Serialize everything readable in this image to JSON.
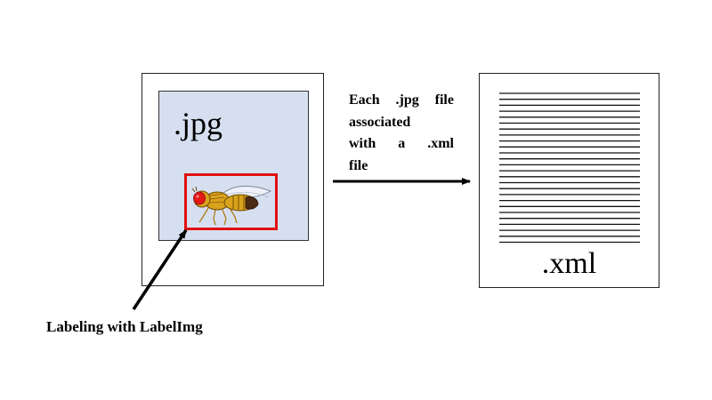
{
  "jpg_document": {
    "label": ".jpg"
  },
  "xml_document": {
    "label": ".xml"
  },
  "association_caption": {
    "line1": [
      "Each",
      ".jpg",
      "file"
    ],
    "line2": [
      "associated"
    ],
    "line3": [
      "with",
      "a",
      ".xml"
    ],
    "line4": [
      "file"
    ]
  },
  "labeling_caption": "Labeling with LabelImg",
  "colors": {
    "image_fill": "#d6dff0",
    "bounding_box": "#e01010",
    "fly_body": "#d9a21c",
    "fly_eye": "#e51818"
  },
  "icons": {
    "subject": "fruit-fly-icon"
  }
}
